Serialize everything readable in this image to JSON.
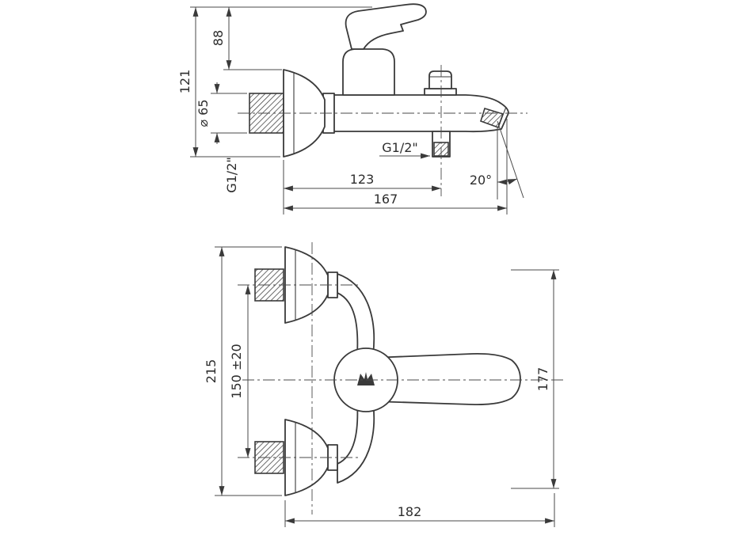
{
  "drawing": {
    "background": "#ffffff",
    "line_color": "#3a3a3a"
  },
  "side_view": {
    "dims": {
      "overall_height": "121",
      "handle_height": "88",
      "flange_diameter": "⌀ 65",
      "inlet_thread": "G1/2\"",
      "outlet_thread": "G1/2\"",
      "wall_to_outlet": "123",
      "overall_length": "167",
      "spout_angle": "20°"
    }
  },
  "front_view": {
    "dims": {
      "overall_height": "215",
      "inlet_spacing": "150 ±20",
      "body_height": "177",
      "overall_length": "182"
    }
  }
}
